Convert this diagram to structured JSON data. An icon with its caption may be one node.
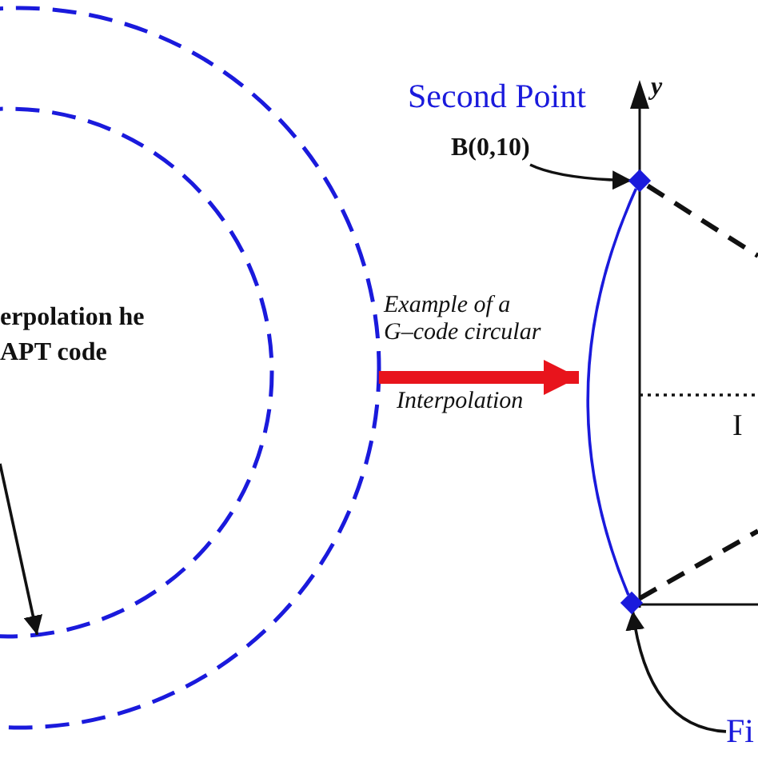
{
  "diagram": {
    "nodes": [
      {
        "text": [],
        "shape": "circle"
      },
      {
        "text": [],
        "shape": "circle",
        "in": 0
      },
      {
        "text": [],
        "shape": "box"
      },
      {
        "text": [],
        "shape": "box"
      },
      {
        "text": [
          "B(0,10)"
        ]
      },
      {
        "text": [
          "Fi"
        ]
      }
    ],
    "edges": [
      {
        "from": null,
        "to": 1,
        "arrow": "to"
      },
      {
        "from": 0,
        "to": null,
        "arrow": "to",
        "style": "thick",
        "color": "#e8141c",
        "label": "Example of a G–code circular"
      },
      {
        "from": 2,
        "to": 3,
        "arrow": "none",
        "color": "#1a1adc"
      },
      {
        "from": 2,
        "to": null,
        "arrow": "none",
        "style": "dashed"
      },
      {
        "from": 3,
        "to": null,
        "arrow": "none",
        "style": "dashed"
      },
      {
        "from": 4,
        "to": 2,
        "arrow": "to"
      },
      {
        "from": 5,
        "to": 3,
        "arrow": "to"
      }
    ],
    "labels": [
      "erpolation he APT code",
      "Interpolation",
      "Second Point",
      "y",
      "I"
    ]
  }
}
